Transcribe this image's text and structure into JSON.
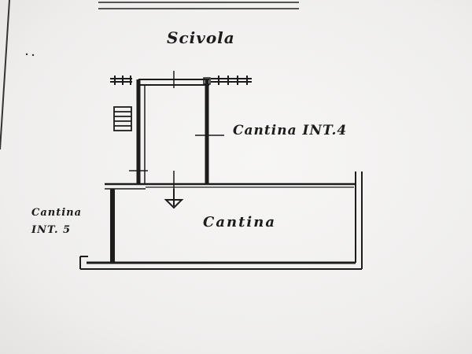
{
  "labels": {
    "scivola": "Scivola",
    "cantina_int4": "Cantina INT.4",
    "cantina_main": "Cantina",
    "cantina_int5_line1": "Cantina",
    "cantina_int5_line2": "INT. 5"
  },
  "colors": {
    "ink": "#1c1c1c",
    "paper": "#f3f2f1"
  }
}
